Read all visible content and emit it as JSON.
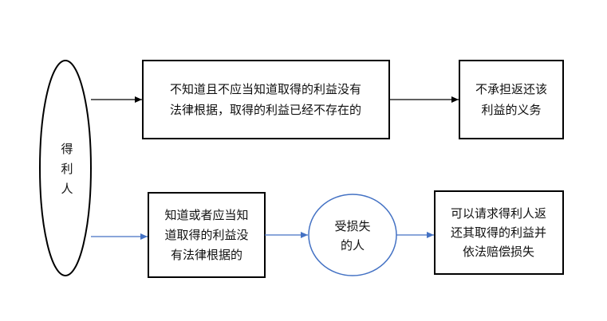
{
  "nodes": {
    "beneficiary": {
      "lines": [
        "得",
        "利",
        "人"
      ]
    },
    "top_condition": {
      "lines": [
        "不知道且不应当知道取得的利益没有",
        "法律根据，取得的利益已经不存在的"
      ]
    },
    "top_result": {
      "lines": [
        "不承担返还该",
        "利益的义务"
      ]
    },
    "bottom_condition": {
      "lines": [
        "知道或者应当知",
        "道取得的利益没",
        "有法律根据的"
      ]
    },
    "loss_party": {
      "lines": [
        "受损失",
        "的人"
      ]
    },
    "bottom_result": {
      "lines": [
        "可以请求得利人返",
        "还其取得的利益并",
        "依法赔偿损失"
      ]
    }
  },
  "colors": {
    "black_stroke": "#000000",
    "blue_stroke": "#4472c4",
    "text": "#111111"
  }
}
